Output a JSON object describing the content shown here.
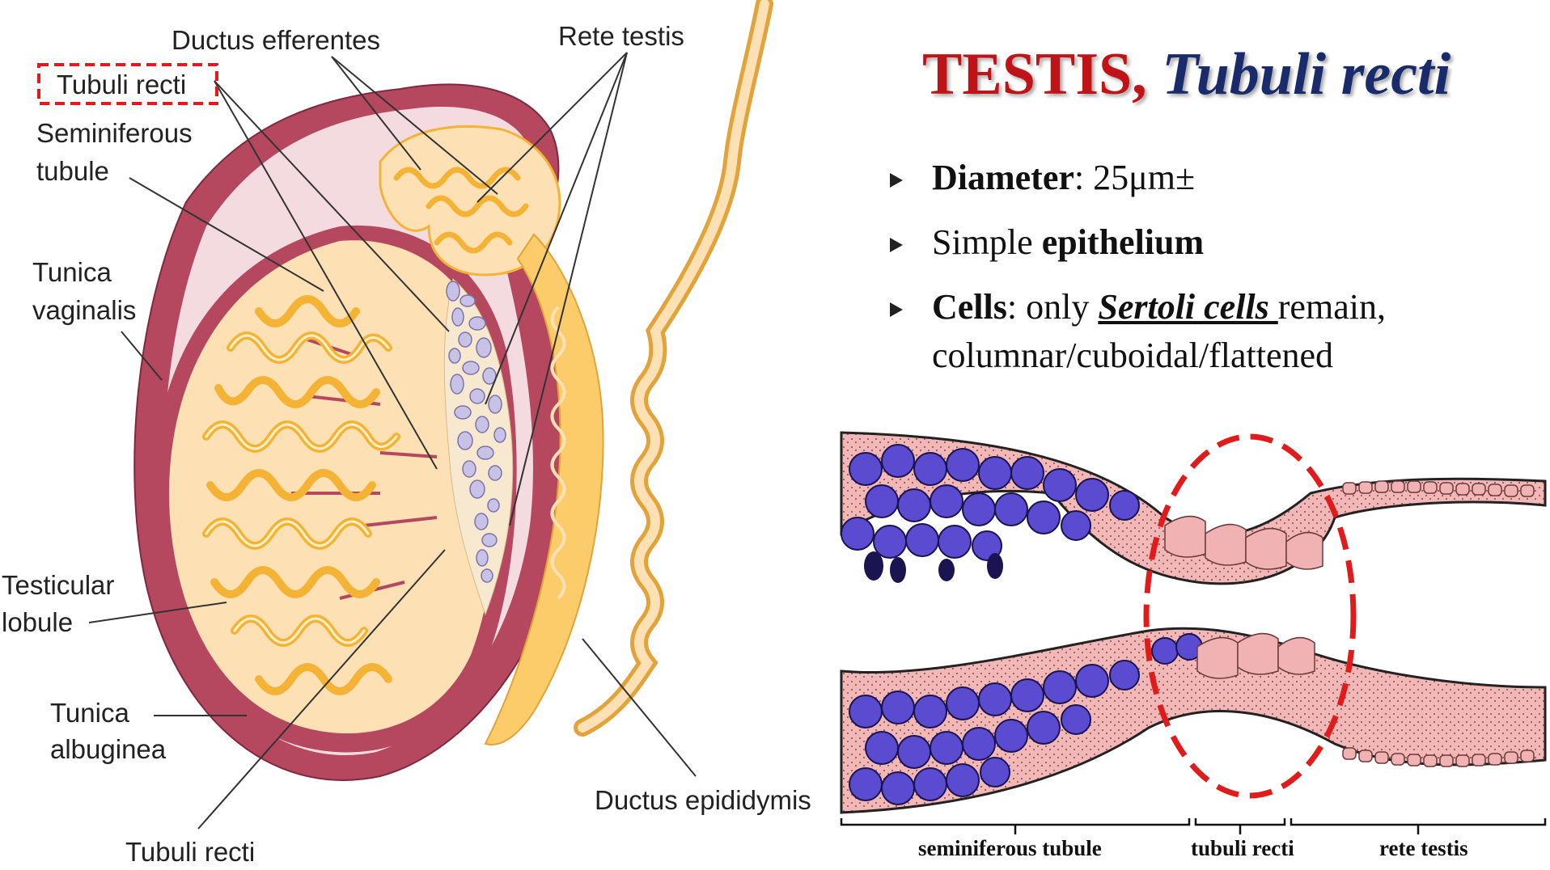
{
  "diagram_labels": {
    "ductus_efferentes": "Ductus efferentes",
    "rete_testis": "Rete testis",
    "tubuli_recti_top": "Tubuli recti",
    "seminiferous_1": "Seminiferous",
    "seminiferous_2": "tubule",
    "tunica_vaginalis_1": "Tunica",
    "tunica_vaginalis_2": "vaginalis",
    "testicular_lobule_1": "Testicular",
    "testicular_lobule_2": "lobule",
    "tunica_albuginea_1": "Tunica",
    "tunica_albuginea_2": "albuginea",
    "tubuli_recti_bottom": "Tubuli recti",
    "ductus_epididymis": "Ductus epididymis"
  },
  "title": {
    "part1": "TESTIS,",
    "part2": "Tubuli recti"
  },
  "bullets": {
    "b1_bold": "Diameter",
    "b1_rest": ": 25μm±",
    "b2_pre": "Simple ",
    "b2_bold": "epithelium",
    "b3_bold": "Cells",
    "b3_mid": ": only ",
    "b3_u": "Sertoli cells ",
    "b3_rest": "remain,",
    "b3_line2": "columnar/cuboidal/flattened"
  },
  "histology_labels": {
    "seminiferous": "seminiferous tubule",
    "tubuli_recti": "tubuli recti",
    "rete_testis": "rete testis"
  },
  "colors": {
    "tunica": "#b5475f",
    "testis_fill": "#fde1b5",
    "tubule": "#fccc6a",
    "rete": "#c8c2e6",
    "purple_cells": "#5a4bd1",
    "pink_cells": "#f0b2b2",
    "highlight": "#e01b1b",
    "title_red": "#c01318",
    "title_blue": "#1a2b6b"
  }
}
